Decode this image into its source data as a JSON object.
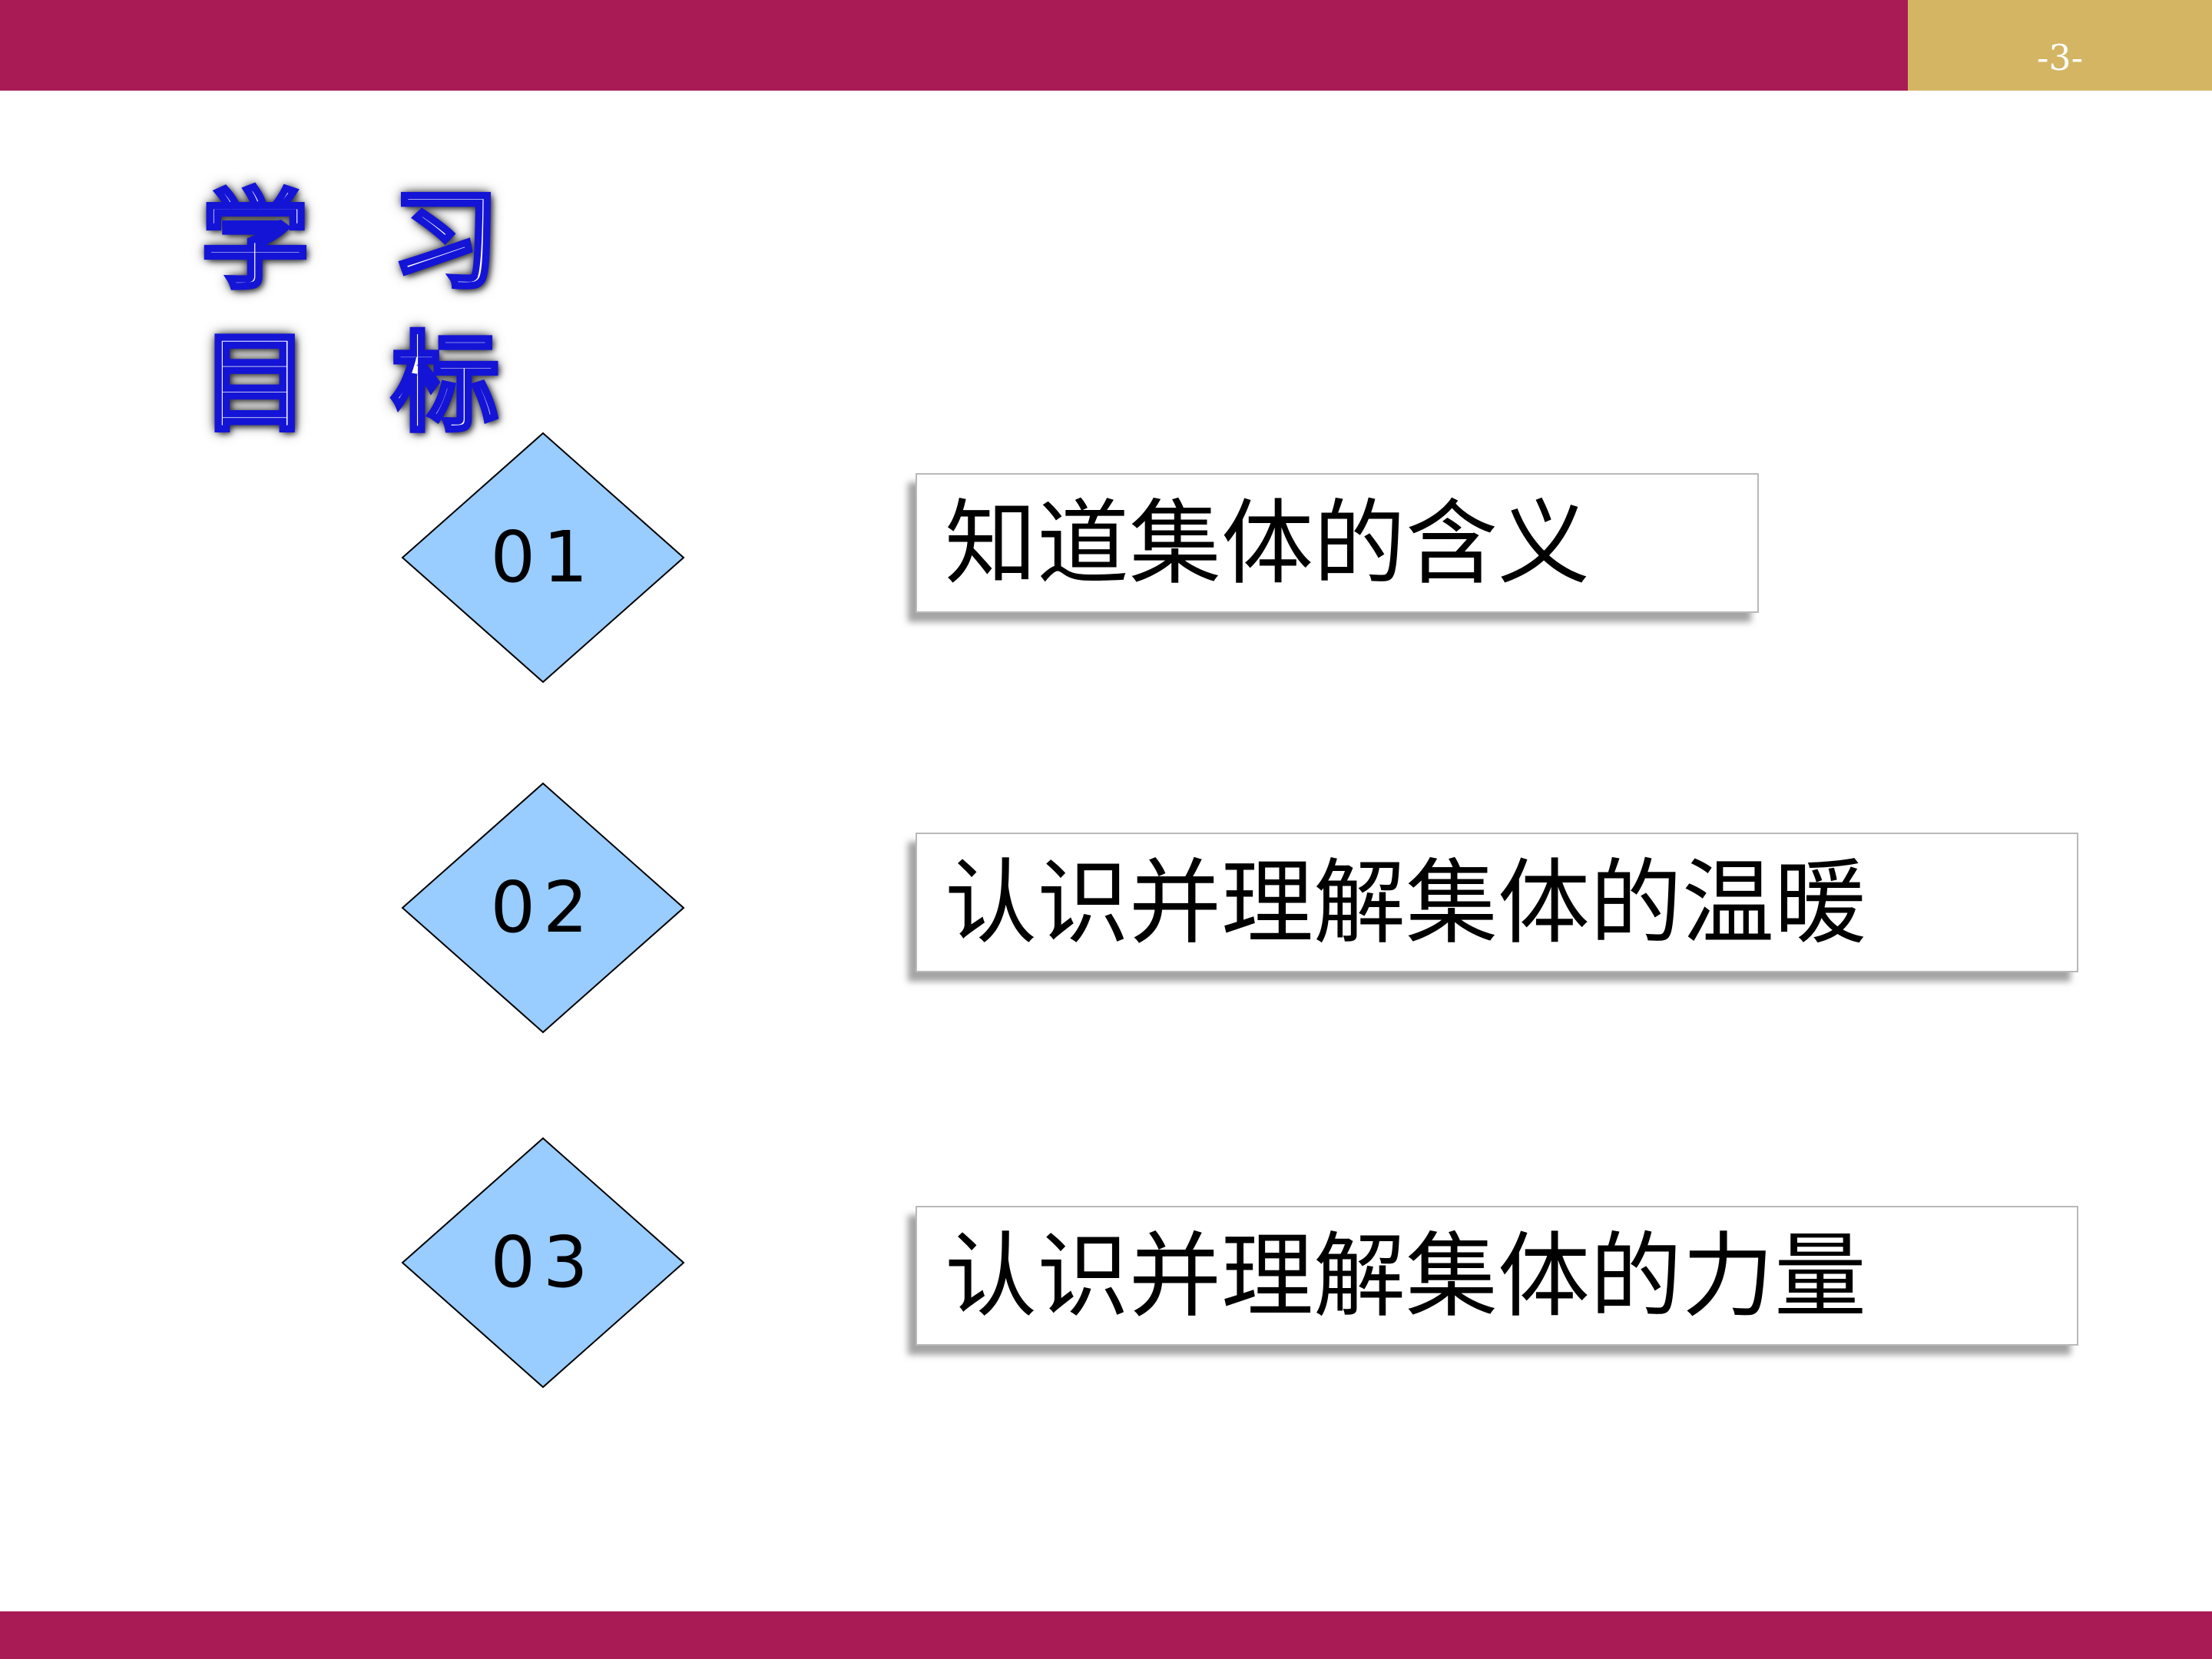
{
  "page": {
    "number": "-3-",
    "colors": {
      "bar": "#a91b55",
      "page_box": "#d4b563",
      "diamond_fill": "#99ccff",
      "heading_outline": "#1414d6"
    }
  },
  "heading": {
    "text": "学习目标"
  },
  "goals": [
    {
      "number": "01",
      "text": "知道集体的含义"
    },
    {
      "number": "02",
      "text": "认识并理解集体的温暖"
    },
    {
      "number": "03",
      "text": "认识并理解集体的力量"
    }
  ]
}
